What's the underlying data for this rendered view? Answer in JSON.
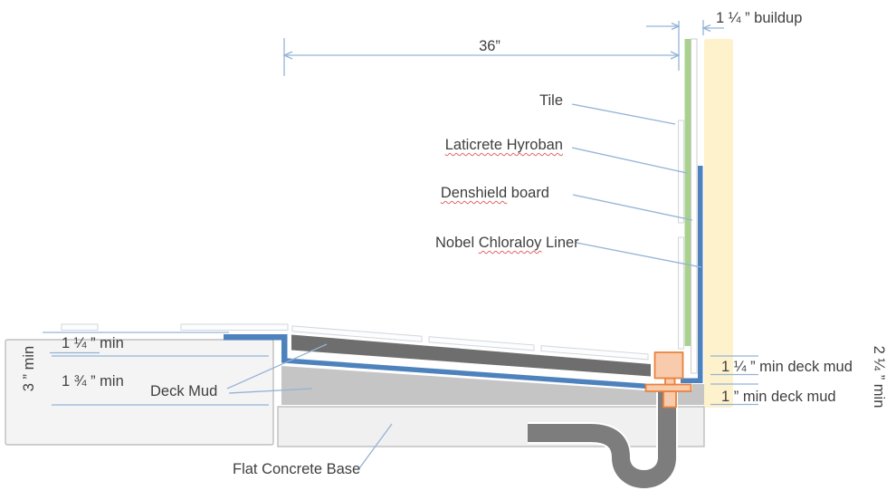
{
  "dimensions": {
    "width": "36”",
    "buildup": "1 ¼ ” buildup",
    "left": {
      "top_layer": "1 ¼ ” min",
      "bottom_layer": "1 ¾ ” min",
      "total": "3 ” min"
    },
    "right": {
      "top_layer": "1 ¼ ” min deck mud",
      "bottom_layer": "1 ” min deck mud",
      "total": "2 ¼ ” min"
    }
  },
  "layers": {
    "tile": "Tile",
    "membrane": "Laticrete Hyroban",
    "board": {
      "word": "Denshield",
      "rest": " board"
    },
    "liner": {
      "prefix": "Nobel ",
      "word": "Chloraloy",
      "suffix": " Liner"
    },
    "deck_mud": "Deck Mud",
    "base": "Flat Concrete Base"
  },
  "colors": {
    "liner_blue": "#4d82bc",
    "membrane_green": "#a9d18e",
    "buildup_yellow": "#fdf2cc",
    "mud_dark": "#6e6e6e",
    "mud_light": "#c5c5c5",
    "concrete_fill": "#f0f0f0",
    "pipe_gray": "#7d7d7d",
    "drain_fill": "#f8cbad",
    "drain_stroke": "#e8833c",
    "annotation_line": "#94b3d6",
    "text_color": "#3f3f3f",
    "spellcheck_red": "#e06666"
  }
}
